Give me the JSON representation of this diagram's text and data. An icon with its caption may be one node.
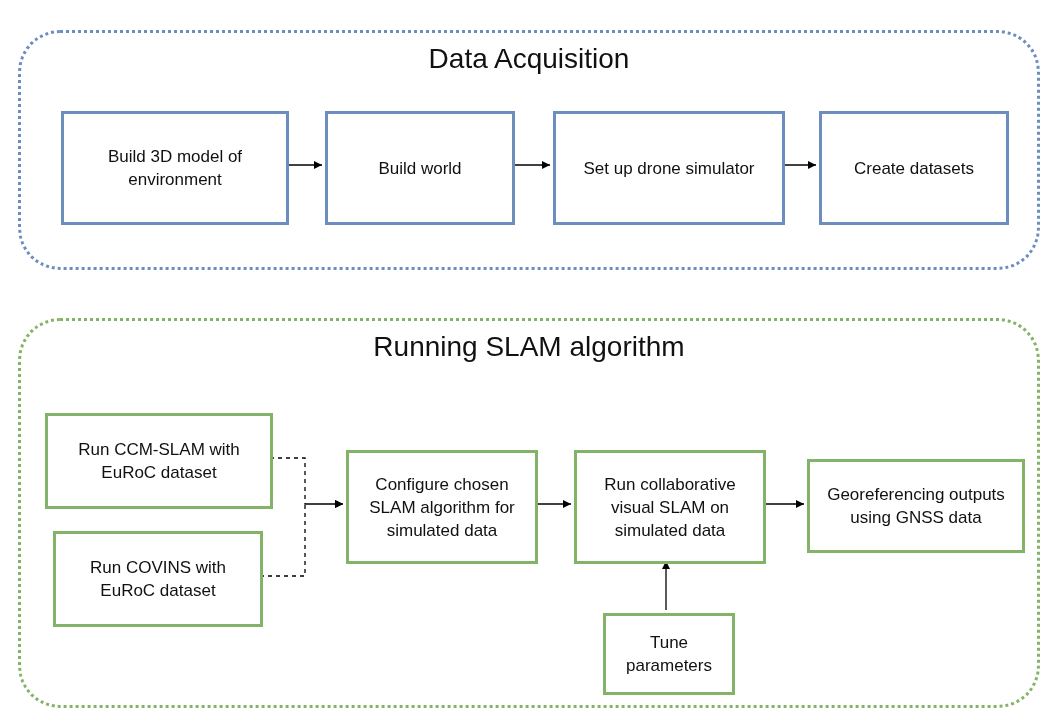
{
  "diagram": {
    "nodes": [
      {
        "text": [
          "Data Acquisition"
        ]
      },
      {
        "text": [
          "Build 3D model of environment"
        ],
        "in": 0
      },
      {
        "text": [
          "Build world"
        ],
        "in": 0
      },
      {
        "text": [
          "Set up drone simulator"
        ],
        "in": 0
      },
      {
        "text": [
          "Create datasets"
        ],
        "in": 0
      },
      {
        "text": [
          "Running SLAM algorithm"
        ]
      },
      {
        "text": [
          "Run CCM-SLAM with EuRoC dataset"
        ],
        "in": 5
      },
      {
        "text": [
          "Run COVINS with EuRoC dataset"
        ],
        "in": 5
      },
      {
        "text": [
          "Configure chosen SLAM algorithm for simulated data"
        ],
        "in": 5
      },
      {
        "text": [
          "Run collaborative visual SLAM on simulated data"
        ],
        "in": 5
      },
      {
        "text": [
          "Georeferencing outputs using GNSS data"
        ],
        "in": 5
      },
      {
        "text": [
          "Tune parameters"
        ],
        "in": 5
      }
    ],
    "edges": [
      {
        "from": 1,
        "to": 2,
        "arrow": "to"
      },
      {
        "from": 2,
        "to": 3,
        "arrow": "to"
      },
      {
        "from": 3,
        "to": 4,
        "arrow": "to"
      },
      {
        "from": 6,
        "to": 8,
        "arrow": "to",
        "style": "dashed"
      },
      {
        "from": 7,
        "to": 8,
        "arrow": "to",
        "style": "dashed"
      },
      {
        "from": 8,
        "to": 9,
        "arrow": "to"
      },
      {
        "from": 9,
        "to": 10,
        "arrow": "to"
      },
      {
        "from": 11,
        "to": 9,
        "arrow": "to"
      }
    ]
  }
}
